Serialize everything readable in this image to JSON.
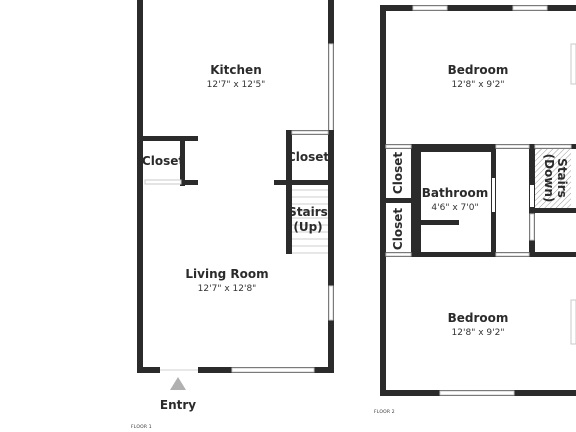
{
  "floor1": {
    "label": "FLOOR 1",
    "kitchen": {
      "name": "Kitchen",
      "dims": "12'7\" x 12'5\""
    },
    "living_room": {
      "name": "Living Room",
      "dims": "12'7\" x 12'8\""
    },
    "closet_left": {
      "name": "Closet"
    },
    "closet_right": {
      "name": "Closet"
    },
    "stairs": {
      "line1": "Stairs",
      "line2": "(Up)"
    },
    "entry": {
      "label": "Entry"
    }
  },
  "floor2": {
    "label": "FLOOR 2",
    "bedroom_top": {
      "name": "Bedroom",
      "dims": "12'8\" x 9'2\""
    },
    "bedroom_bottom": {
      "name": "Bedroom",
      "dims": "12'8\" x 9'2\""
    },
    "bathroom": {
      "name": "Bathroom",
      "dims": "4'6\" x 7'0\""
    },
    "closet_upper": {
      "name": "Closet"
    },
    "closet_lower": {
      "name": "Closet"
    },
    "stairs": {
      "line1": "Stairs",
      "line2": "(Down)"
    }
  },
  "colors": {
    "wall": "#2b2b2b",
    "window": "#c8c8c8",
    "entry_marker": "#b0b0b0"
  }
}
